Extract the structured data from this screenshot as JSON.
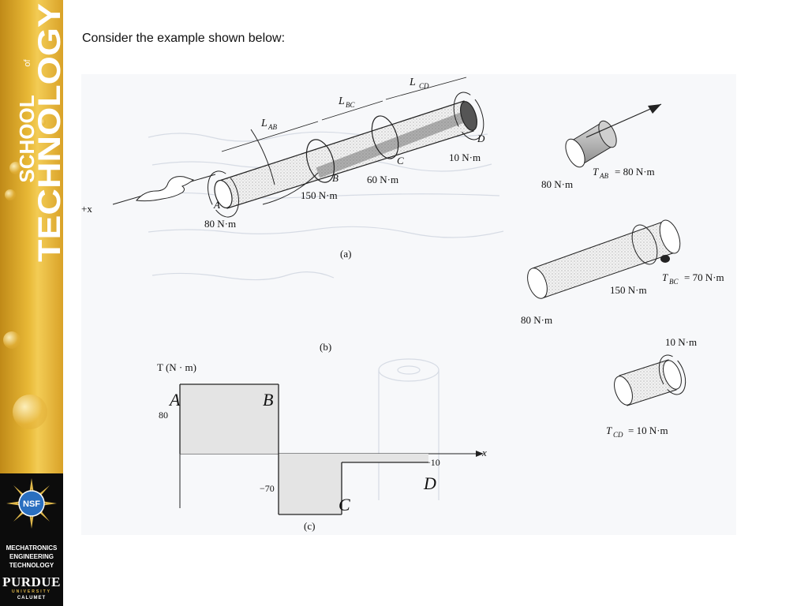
{
  "slide": {
    "heading": "Consider the example shown below:"
  },
  "sidebar": {
    "word_top": "SCHOOL",
    "word_of": "of",
    "word_main": "TECHNOLOGY",
    "nsf": "NSF",
    "program_line1": "MECHATRONICS",
    "program_line2": "ENGINEERING",
    "program_line3": "TECHNOLOGY",
    "university": "PURDUE",
    "university_sub": "UNIVERSITY",
    "campus": "CALUMET"
  },
  "figure": {
    "part_a": {
      "L_AB": "L",
      "L_AB_sub": "AB",
      "L_BC": "L",
      "L_BC_sub": "BC",
      "L_CD": "L",
      "L_CD_sub": "CD",
      "point_A": "A",
      "point_B": "B",
      "point_C": "C",
      "point_D": "D",
      "torque_A": "80 N·m",
      "torque_B": "150 N·m",
      "torque_C": "60 N·m",
      "torque_D": "10 N·m",
      "axis": "+x",
      "caption": "(a)"
    },
    "part_b": {
      "fbd1_torque": "80 N·m",
      "fbd1_internal": "T",
      "fbd1_internal_sub": "AB",
      "fbd1_value": "= 80 N·m",
      "fbd2_torque_left": "80 N·m",
      "fbd2_torque_mid": "150 N·m",
      "fbd2_internal": "T",
      "fbd2_internal_sub": "BC",
      "fbd2_value": "= 70 N·m",
      "fbd3_torque": "10 N·m",
      "fbd3_internal": "T",
      "fbd3_internal_sub": "CD",
      "fbd3_value": "= 10 N·m",
      "caption": "(b)"
    },
    "part_c": {
      "ylabel": "T (N · m)",
      "xlabel": "x",
      "tick_80": "80",
      "tick_neg70": "−70",
      "tick_neg10": "−10",
      "hand_A": "A",
      "hand_B": "B",
      "hand_C": "C",
      "hand_D": "D",
      "caption": "(c)"
    }
  },
  "chart_data": {
    "type": "line",
    "x": [
      "A",
      "B",
      "C",
      "D"
    ],
    "series": [
      {
        "values": [
          80,
          -70,
          -10
        ]
      }
    ],
    "xlabel": "x",
    "ylabel": "T (N · m)",
    "segments": [
      {
        "from": "A",
        "to": "B",
        "value": 80
      },
      {
        "from": "B",
        "to": "C",
        "value": -70
      },
      {
        "from": "C",
        "to": "D",
        "value": -10
      }
    ],
    "yticks": [
      80,
      -70,
      -10
    ],
    "grid": false
  }
}
